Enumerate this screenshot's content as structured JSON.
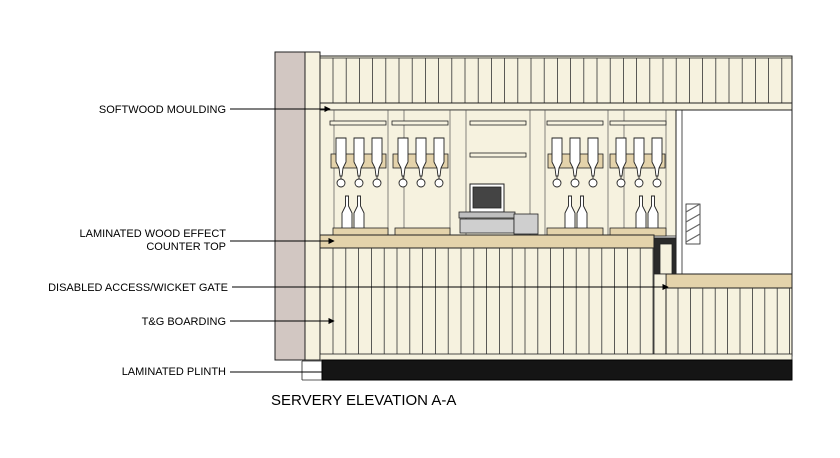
{
  "drawing": {
    "title": "SERVERY ELEVATION A-A",
    "callouts": {
      "softwood_moulding": "SOFTWOOD MOULDING",
      "counter_top_line1": "LAMINATED WOOD EFFECT",
      "counter_top_line2": "COUNTER TOP",
      "wicket_gate": "DISABLED ACCESS/WICKET GATE",
      "boarding": "T&G BOARDING",
      "plinth": "LAMINATED PLINTH"
    }
  },
  "colors": {
    "boarding": "#f6f2df",
    "wall": "#d2c7c2",
    "counter": "#e4d3ab",
    "plinth": "#151515",
    "line": "#222222"
  }
}
